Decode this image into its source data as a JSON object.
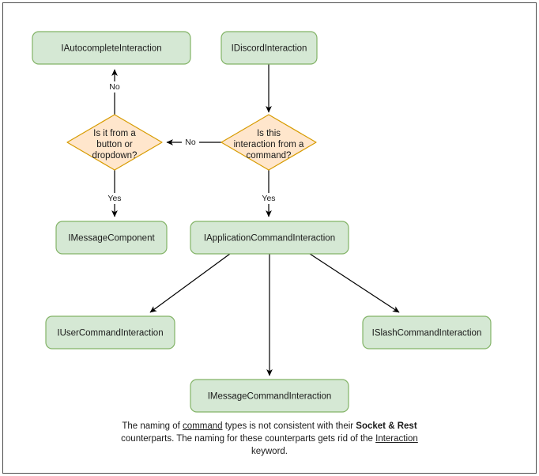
{
  "diagram": {
    "title": "Discord interaction type hierarchy flowchart",
    "colors": {
      "node_fill": "#d5e8d4",
      "node_stroke": "#82b366",
      "decision_fill": "#ffe6cc",
      "decision_stroke": "#d79b00",
      "edge": "#000000",
      "frame": "#4d4d4d",
      "background": "#ffffff"
    },
    "nodes": [
      {
        "id": "autocomplete",
        "label": "IAutocompleteInteraction",
        "shape": "box"
      },
      {
        "id": "discord",
        "label": "IDiscordInteraction",
        "shape": "box"
      },
      {
        "id": "from_button",
        "label": "Is it from a button or dropdown?",
        "shape": "diamond",
        "lines": [
          "Is it from a",
          "button or",
          "dropdown?"
        ]
      },
      {
        "id": "is_command",
        "label": "Is this interaction from a command?",
        "shape": "diamond",
        "lines": [
          "Is this",
          "interaction from a",
          "command?"
        ]
      },
      {
        "id": "message_component",
        "label": "IMessageComponent",
        "shape": "box"
      },
      {
        "id": "app_command",
        "label": "IApplicationCommandInteraction",
        "shape": "box"
      },
      {
        "id": "user_command",
        "label": "IUserCommandInteraction",
        "shape": "box"
      },
      {
        "id": "message_command",
        "label": "IMessageCommandInteraction",
        "shape": "box"
      },
      {
        "id": "slash_command",
        "label": "ISlashCommandInteraction",
        "shape": "box"
      }
    ],
    "edges": [
      {
        "from": "discord",
        "to": "is_command",
        "label": ""
      },
      {
        "from": "is_command",
        "to": "from_button",
        "label": "No"
      },
      {
        "from": "from_button",
        "to": "autocomplete",
        "label": "No"
      },
      {
        "from": "from_button",
        "to": "message_component",
        "label": "Yes"
      },
      {
        "from": "is_command",
        "to": "app_command",
        "label": "Yes"
      },
      {
        "from": "app_command",
        "to": "user_command",
        "label": ""
      },
      {
        "from": "app_command",
        "to": "message_command",
        "label": ""
      },
      {
        "from": "app_command",
        "to": "slash_command",
        "label": ""
      }
    ],
    "edge_labels": {
      "no_horizontal": "No",
      "no_vertical": "No",
      "yes_left": "Yes",
      "yes_right": "Yes"
    }
  },
  "caption": {
    "part1": "The naming of ",
    "underline1": "command",
    "part2": " types is not consistent with their ",
    "bold1": "Socket",
    "amp": " & ",
    "bold2": "Rest",
    "part3": " counterparts. The naming for these counterparts gets rid of the ",
    "underline2": "Interaction",
    "part4": " keyword."
  }
}
